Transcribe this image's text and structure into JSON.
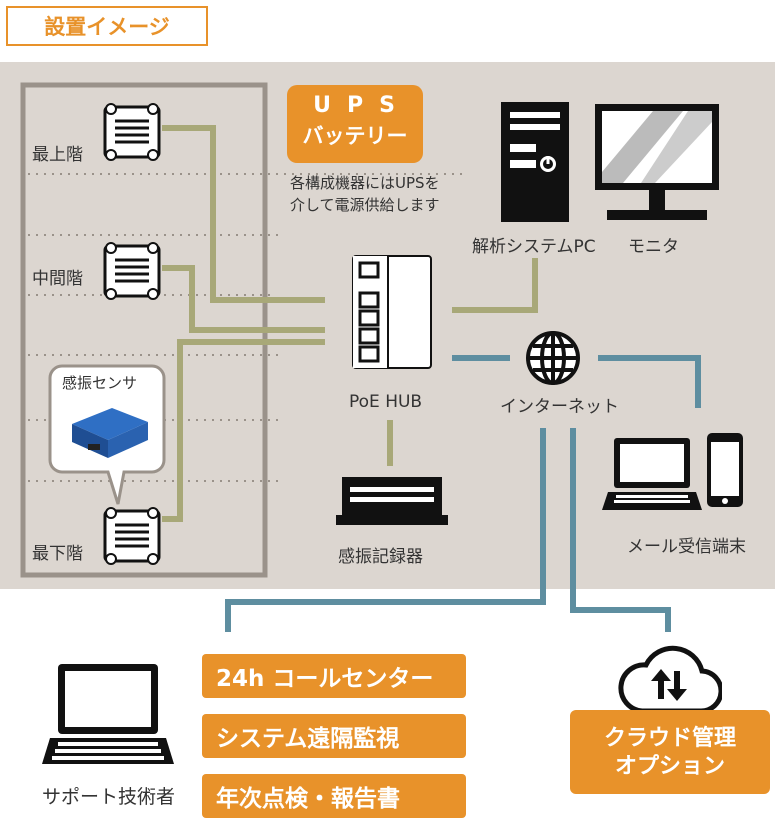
{
  "title": "設置イメージ",
  "floors": {
    "top": "最上階",
    "middle": "中間階",
    "bottom": "最下階"
  },
  "sensor_label": "感振センサ",
  "ups": {
    "line1": "UPS",
    "line2": "バッテリー"
  },
  "ups_note": {
    "line1": "各構成機器にはUPSを",
    "line2": "介して電源供給します"
  },
  "devices": {
    "analysis_pc": "解析システムPC",
    "monitor": "モニタ",
    "poe_hub": "PoE HUB",
    "internet": "インターネット",
    "recorder": "感振記録器",
    "mail_terminal": "メール受信端末",
    "support": "サポート技術者"
  },
  "services": [
    "24h コールセンター",
    "システム遠隔監視",
    "年次点検・報告書"
  ],
  "cloud": {
    "line1": "クラウド管理",
    "line2": "オプション"
  },
  "colors": {
    "accent": "#e8922a",
    "panel": "#dcd6d0",
    "wire_olive": "#a8a878",
    "wire_blue": "#5e8ea0"
  }
}
